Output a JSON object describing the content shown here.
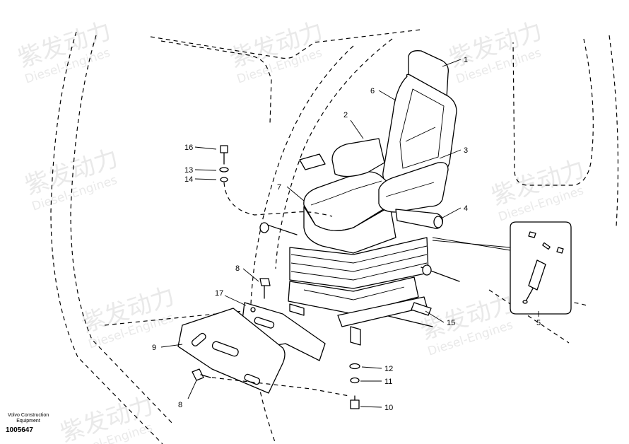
{
  "watermark": {
    "brand": "紫发动力",
    "sub": "Diesel-Engines"
  },
  "caption": {
    "company_line1": "Volvo Construction",
    "company_line2": "Equipment",
    "part_number": "1005647"
  },
  "callouts": {
    "c1": "1",
    "c2": "2",
    "c3": "3",
    "c4": "4",
    "c5": "5",
    "c6": "6",
    "c7": "7",
    "c8a": "8",
    "c8b": "8",
    "c9": "9",
    "c10": "10",
    "c11": "11",
    "c12": "12",
    "c13": "13",
    "c14": "14",
    "c15": "15",
    "c16": "16",
    "c17": "17"
  }
}
